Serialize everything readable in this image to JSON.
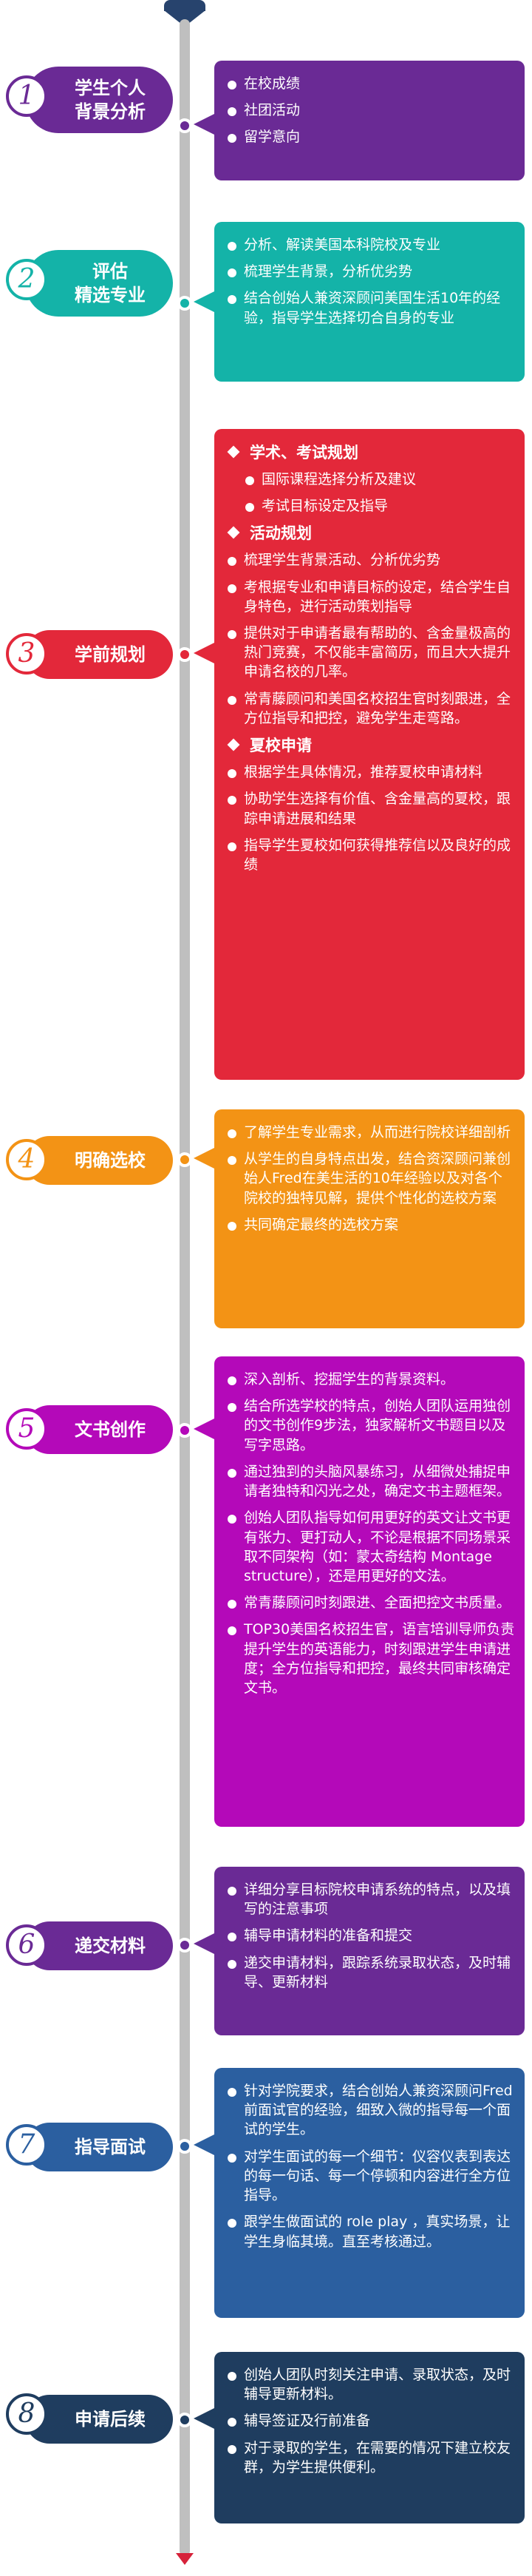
{
  "colors": {
    "step1": "#6a2a95",
    "step2": "#14b3a8",
    "step3": "#e3283a",
    "step4": "#f39315",
    "step5": "#b409b9",
    "step6": "#6a2a95",
    "step7": "#2b5fa0",
    "step8": "#1f3d5f",
    "line": "#bfbfbf"
  },
  "steps": [
    {
      "num": "1",
      "title": "学生个人\n背景分析",
      "items": [
        "在校成绩",
        "社团活动",
        "留学意向"
      ]
    },
    {
      "num": "2",
      "title": "评估\n精选专业",
      "items": [
        "分析、解读美国本科院校及专业",
        "梳理学生背景，分析优劣势",
        "结合创始人兼资深顾问美国生活10年的经验，指导学生选择切合自身的专业"
      ]
    },
    {
      "num": "3",
      "title": "学前规划",
      "sections": [
        {
          "heading": "学术、考试规划",
          "items": [
            "国际课程选择分析及建议",
            "考试目标设定及指导"
          ]
        },
        {
          "heading": "活动规划",
          "items": [
            "梳理学生背景活动、分析优劣势",
            "考根据专业和申请目标的设定，结合学生自身特色，进行活动策划指导",
            "提供对于申请者最有帮助的、含金量极高的热门竞赛，不仅能丰富简历，而且大大提升申请名校的几率。",
            "常青藤顾问和美国名校招生官时刻跟进，全方位指导和把控，避免学生走弯路。"
          ]
        },
        {
          "heading": "夏校申请",
          "items": [
            "根据学生具体情况，推荐夏校申请材料",
            "协助学生选择有价值、含金量高的夏校，跟踪申请进展和结果",
            "指导学生夏校如何获得推荐信以及良好的成绩"
          ]
        }
      ]
    },
    {
      "num": "4",
      "title": "明确选校",
      "items": [
        "了解学生专业需求，从而进行院校详细剖析",
        "从学生的自身特点出发，结合资深顾问兼创始人Fred在美生活的10年经验以及对各个院校的独特见解，提供个性化的选校方案",
        "共同确定最终的选校方案"
      ]
    },
    {
      "num": "5",
      "title": "文书创作",
      "items": [
        "深入剖析、挖掘学生的背景资料。",
        "结合所选学校的特点，创始人团队运用独创的文书创作9步法，独家解析文书题目以及写字思路。",
        "通过独到的头脑风暴练习，从细微处捕捉申请者独特和闪光之处，确定文书主题框架。",
        "创始人团队指导如何用更好的英文让文书更有张力、更打动人，不论是根据不同场景采取不同架构（如：蒙太奇结构 Montage structure），还是用更好的文法。",
        "常青藤顾问时刻跟进、全面把控文书质量。",
        "TOP30美国名校招生官，语言培训导师负责提升学生的英语能力，时刻跟进学生申请进度；全方位指导和把控，最终共同审核确定文书。"
      ]
    },
    {
      "num": "6",
      "title": "递交材料",
      "items": [
        "详细分享目标院校申请系统的特点，以及填写的注意事项",
        "辅导申请材料的准备和提交",
        "递交申请材料，跟踪系统录取状态，及时辅导、更新材料"
      ]
    },
    {
      "num": "7",
      "title": "指导面试",
      "items": [
        "针对学院要求，结合创始人兼资深顾问Fred前面试官的经验，细致入微的指导每一个面试的学生。",
        "对学生面试的每一个细节：仪容仪表到表达的每一句话、每一个停顿和内容进行全方位指导。",
        "跟学生做面试的 role play ，真实场景，让学生身临其境。直至考核通过。"
      ]
    },
    {
      "num": "8",
      "title": "申请后续",
      "items": [
        "创始人团队时刻关注申请、录取状态，及时辅导更新材料。",
        "辅导签证及行前准备",
        "对于录取的学生，在需要的情况下建立校友群，为学生提供便利。"
      ]
    }
  ]
}
